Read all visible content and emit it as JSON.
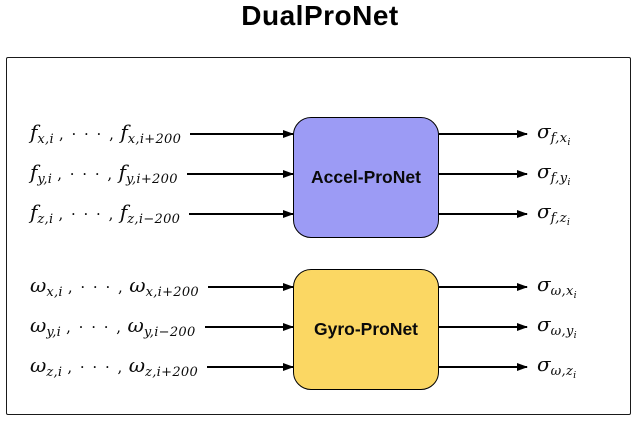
{
  "title": "DualProNet",
  "colors": {
    "accel_box": "#9c9bf5",
    "gyro_box": "#fbd763",
    "line": "#000000"
  },
  "accel": {
    "box_label": "Accel-ProNet",
    "inputs": [
      {
        "sym": "f",
        "sub1": "x,i",
        "sep": ", · · · ,",
        "sym2": "f",
        "sub2": "x,i+200"
      },
      {
        "sym": "f",
        "sub1": "y,i",
        "sep": ", · · · ,",
        "sym2": "f",
        "sub2": "y,i+200"
      },
      {
        "sym": "f",
        "sub1": "z,i",
        "sep": ", · · · ,",
        "sym2": "f",
        "sub2": "z,i−200"
      }
    ],
    "outputs": [
      {
        "sym": "σ",
        "sub": "f,x",
        "subsub": "i"
      },
      {
        "sym": "σ",
        "sub": "f,y",
        "subsub": "i"
      },
      {
        "sym": "σ",
        "sub": "f,z",
        "subsub": "i"
      }
    ]
  },
  "gyro": {
    "box_label": "Gyro-ProNet",
    "inputs": [
      {
        "sym": "ω",
        "sub1": "x,i",
        "sep": ", · · · ,",
        "sym2": "ω",
        "sub2": "x,i+200"
      },
      {
        "sym": "ω",
        "sub1": "y,i",
        "sep": ", · · · ,",
        "sym2": "ω",
        "sub2": "y,i−200"
      },
      {
        "sym": "ω",
        "sub1": "z,i",
        "sep": ", · · · ,",
        "sym2": "ω",
        "sub2": "z,i+200"
      }
    ],
    "outputs": [
      {
        "sym": "σ",
        "sub": "ω,x",
        "subsub": "i"
      },
      {
        "sym": "σ",
        "sub": "ω,y",
        "subsub": "i"
      },
      {
        "sym": "σ",
        "sub": "ω,z",
        "subsub": "i"
      }
    ]
  }
}
